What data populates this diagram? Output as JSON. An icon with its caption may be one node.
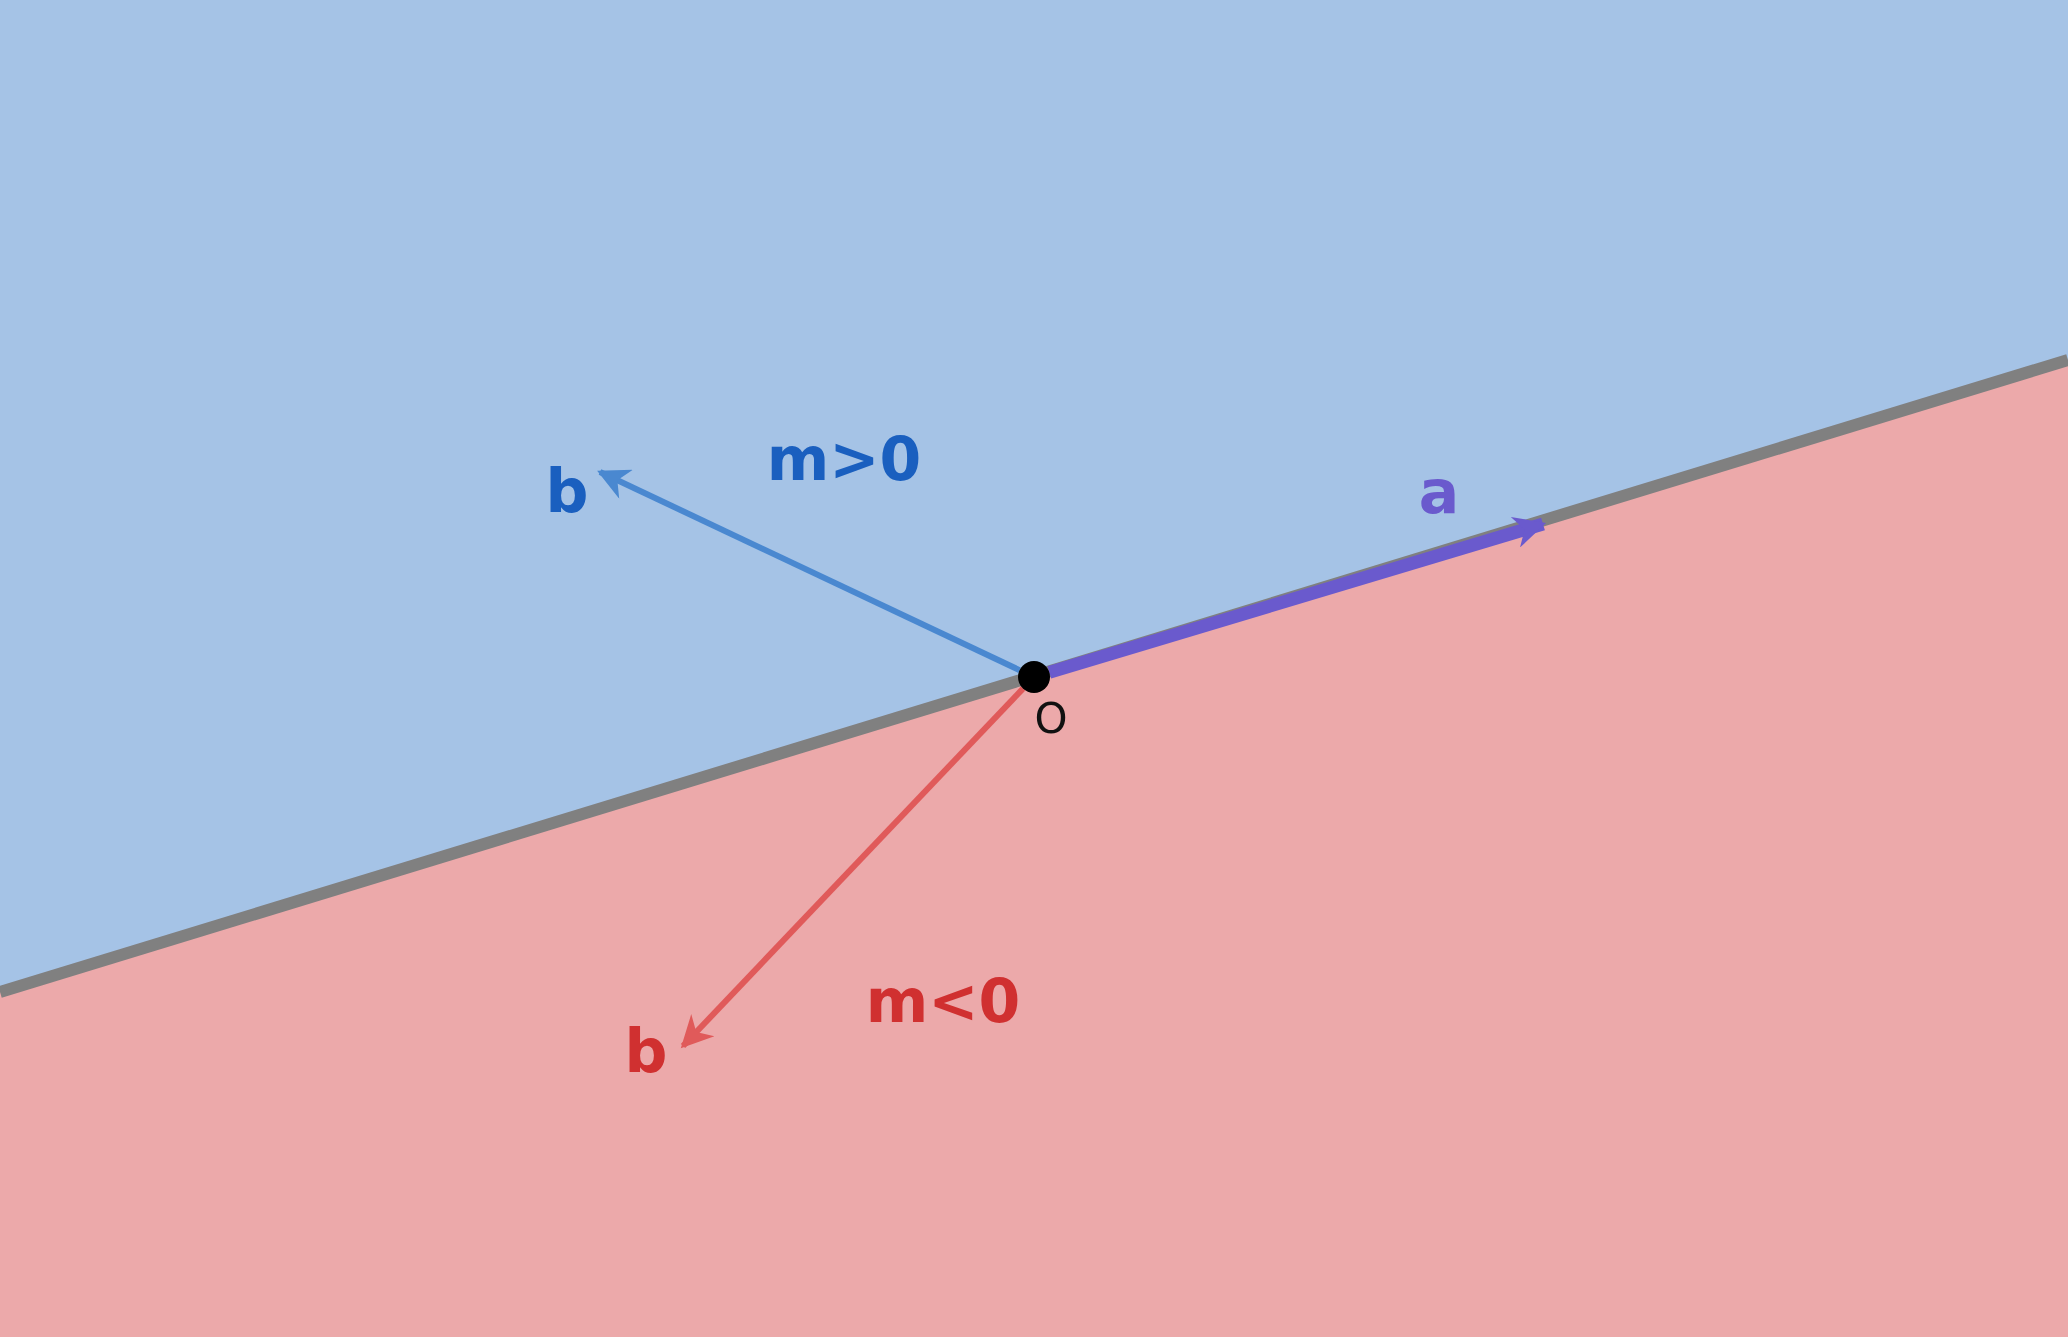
{
  "diagram": {
    "nodes": [
      {
        "text": [],
        "shape": "circle",
        "beside": [
          "O"
        ]
      },
      {
        "text": [
          "a"
        ]
      },
      {
        "text": [
          "b"
        ]
      },
      {
        "text": [
          "b"
        ]
      }
    ],
    "edges": [
      {
        "from": 0,
        "to": 1,
        "arrow": "to",
        "color": "#6a5acd",
        "style": "thick"
      },
      {
        "from": 0,
        "to": 2,
        "arrow": "to",
        "color": "#4a88d0"
      },
      {
        "from": 0,
        "to": 3,
        "arrow": "to",
        "color": "#e05a5a"
      }
    ],
    "labels": [
      "m>0",
      "m<0"
    ]
  }
}
